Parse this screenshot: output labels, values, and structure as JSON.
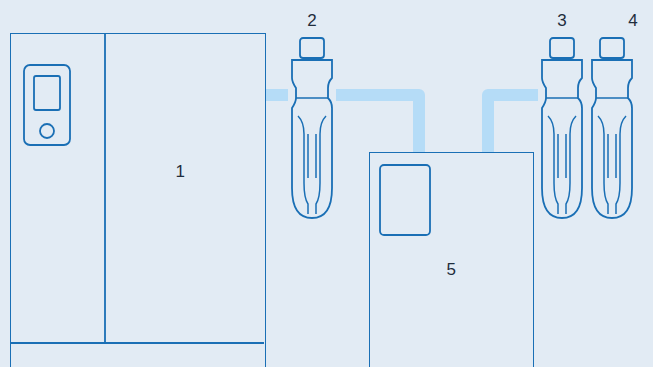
{
  "diagram": {
    "nodes": [
      {
        "text": [
          "1"
        ]
      },
      {
        "text": [
          "2"
        ]
      },
      {
        "text": [
          "3"
        ]
      },
      {
        "text": [
          "4"
        ]
      },
      {
        "text": [
          "5"
        ]
      }
    ],
    "edges": [
      {
        "from": 0,
        "to": 1,
        "arrow": "none"
      },
      {
        "from": 1,
        "to": 4,
        "arrow": "none"
      },
      {
        "from": 4,
        "to": 2,
        "arrow": "none"
      }
    ]
  }
}
